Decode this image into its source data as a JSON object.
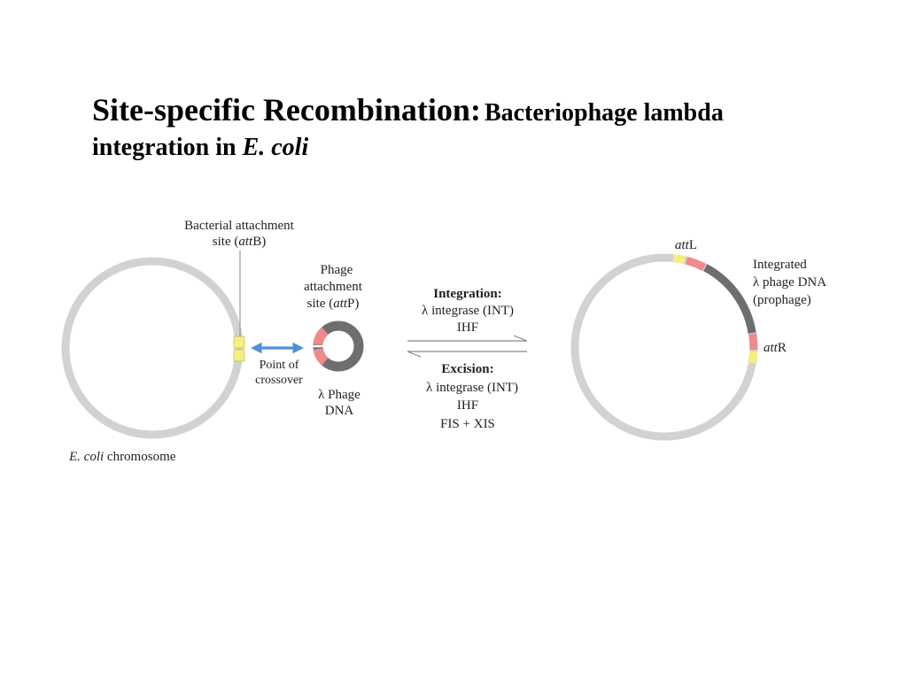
{
  "slide": {
    "title_main": "Site-specific Recombination:",
    "title_sub": "Bacteriophage lambda",
    "title_line2_prefix": "integration in ",
    "title_line2_italic": "E. coli"
  },
  "left_diagram": {
    "attB_label_line1": "Bacterial attachment",
    "attB_label_line2_prefix": "site (",
    "attB_label_line2_italic": "att",
    "attB_label_line2_suffix": "B)",
    "attP_label_line1": "Phage",
    "attP_label_line2": "attachment",
    "attP_label_line3_prefix": "site (",
    "attP_label_line3_italic": "att",
    "attP_label_line3_suffix": "P)",
    "crossover_line1": "Point of",
    "crossover_line2": "crossover",
    "phage_dna_line1": "λ Phage",
    "phage_dna_line2": "DNA",
    "chromosome_italic": "E. coli",
    "chromosome_suffix": " chromosome"
  },
  "middle": {
    "integration_title": "Integration:",
    "integration_line1": "λ integrase (INT)",
    "integration_line2": "IHF",
    "excision_title": "Excision:",
    "excision_line1": "λ integrase (INT)",
    "excision_line2": "IHF",
    "excision_line3": "FIS + XIS"
  },
  "right_diagram": {
    "attL_italic": "att",
    "attL_suffix": "L",
    "integrated_line1": "Integrated",
    "integrated_line2": "λ phage DNA",
    "integrated_line3": "(prophage)",
    "attR_italic": "att",
    "attR_suffix": "R"
  },
  "colors": {
    "chromosome": "#d2d2d2",
    "phage_dna": "#6e6e6e",
    "att_core": "#f4f080",
    "phage_att_arm": "#ef8a8a",
    "crossover_arrow": "#4f90d9"
  }
}
